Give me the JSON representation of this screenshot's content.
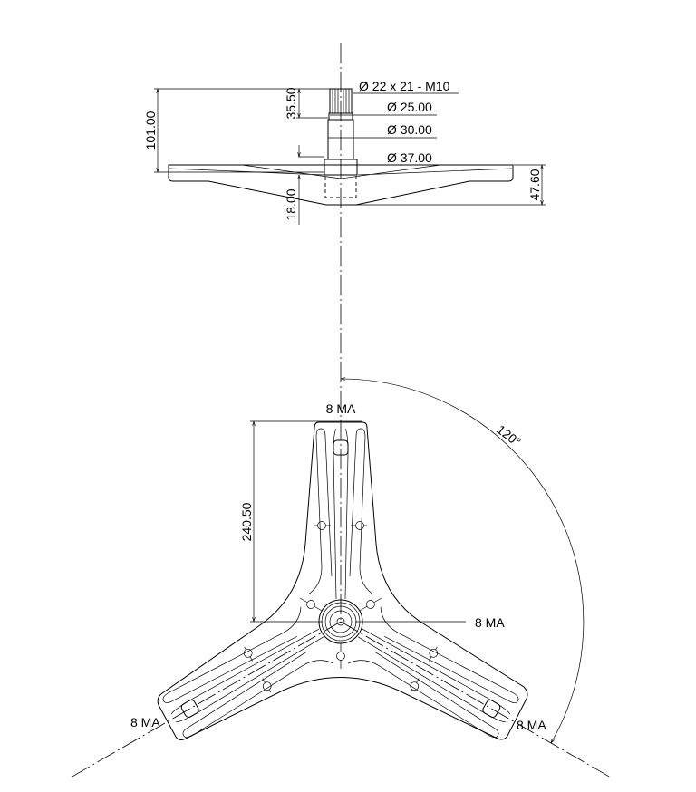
{
  "side_view": {
    "dim_shaft_spline": "Ø 22 x 21 - M10",
    "dim_dia_25": "Ø 25.00",
    "dim_dia_30": "Ø 30.00",
    "dim_dia_37": "Ø 37.00",
    "dim_height_total": "101.00",
    "dim_spline_length": "35.50",
    "dim_boss_depth": "18.00",
    "dim_plate_height": "47.60"
  },
  "top_view": {
    "dim_arm_length": "240.50",
    "dim_angle": "120°",
    "thread_top": "8 MA",
    "thread_center": "8 MA",
    "thread_left": "8 MA",
    "thread_right": "8 MA"
  },
  "colors": {
    "line": "#000000",
    "background": "#ffffff"
  }
}
